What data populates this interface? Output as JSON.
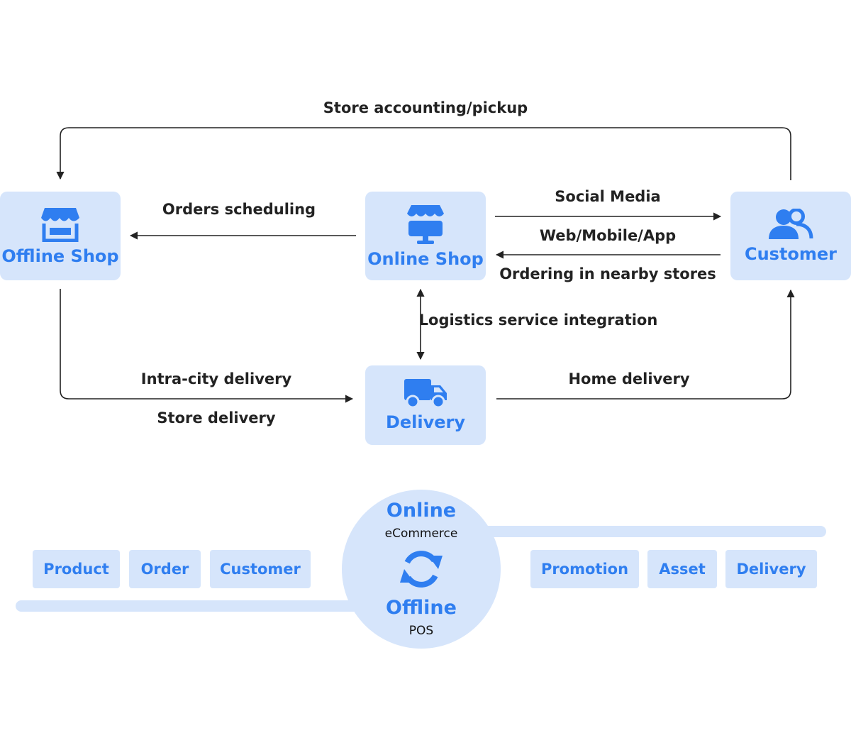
{
  "diagram": {
    "nodes": {
      "offline_shop": "Offline Shop",
      "online_shop": "Online Shop",
      "customer": "Customer",
      "delivery": "Delivery"
    },
    "edges": {
      "store_accounting": "Store accounting/pickup",
      "orders_scheduling": "Orders scheduling",
      "social_media": "Social Media",
      "web_mobile_app": "Web/Mobile/App",
      "ordering_nearby": "Ordering in nearby stores",
      "logistics": "Logistics service integration",
      "intra_city": "Intra-city delivery",
      "store_delivery": "Store delivery",
      "home_delivery": "Home delivery"
    }
  },
  "hub": {
    "online_title": "Online",
    "online_sub": "eCommerce",
    "offline_title": "Offline",
    "offline_sub": "POS"
  },
  "modules_left": [
    "Product",
    "Order",
    "Customer"
  ],
  "modules_right": [
    "Promotion",
    "Asset",
    "Delivery"
  ],
  "icons": [
    "storefront-icon",
    "online-shop-monitor-icon",
    "users-icon",
    "delivery-truck-icon",
    "sync-icon"
  ],
  "colors": {
    "accent": "#2f7ef0",
    "tile": "#d6e5fb",
    "text": "#222222"
  }
}
